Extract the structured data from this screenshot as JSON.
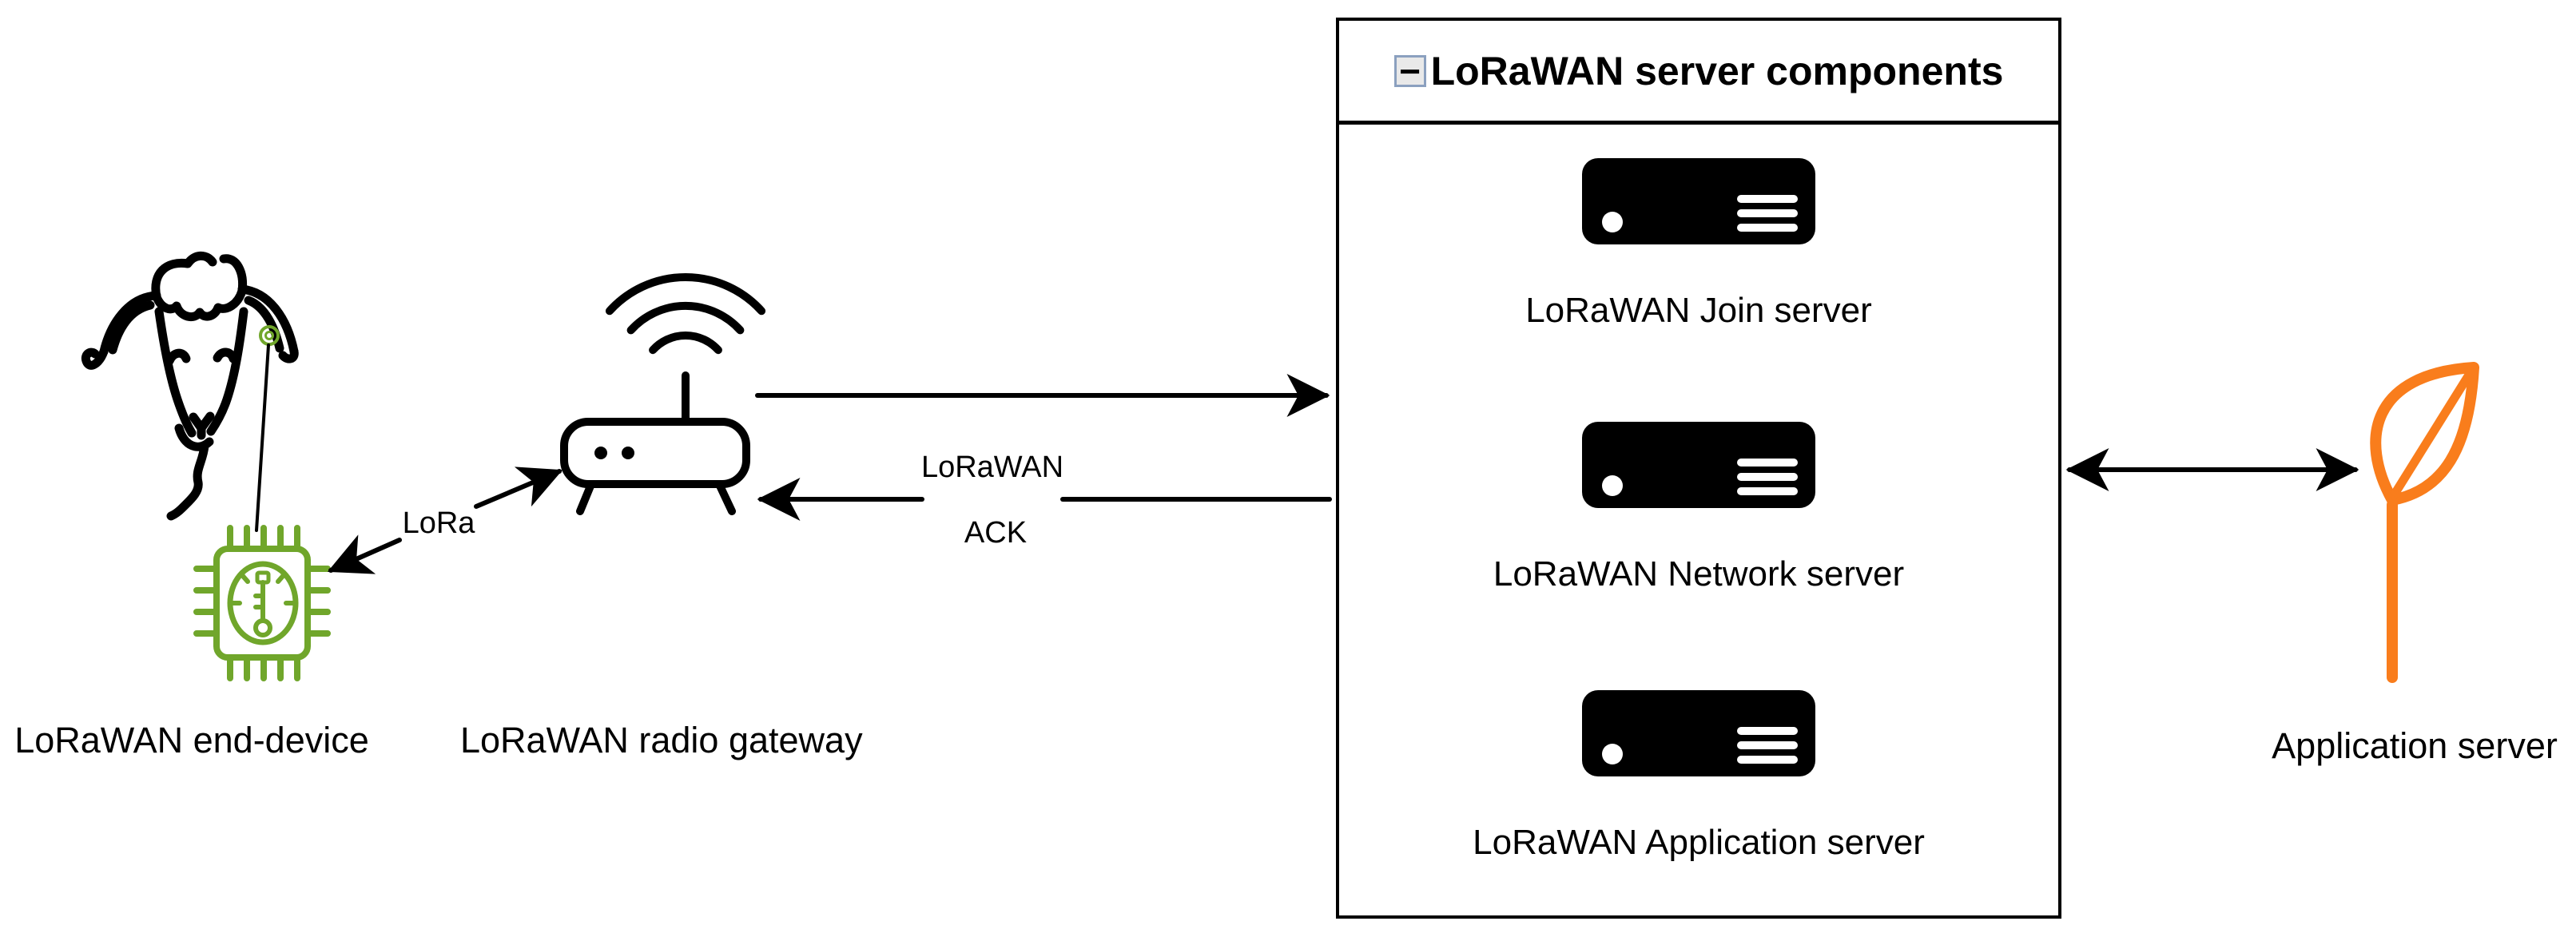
{
  "diagram": {
    "end_device": {
      "label": "LoRaWAN end-device"
    },
    "gateway": {
      "label": "LoRaWAN radio gateway"
    },
    "links": {
      "lora_label": "LoRa",
      "ack_label_line1": "LoRaWAN",
      "ack_label_line2": "ACK"
    },
    "server_box": {
      "collapse_glyph": "−",
      "title": "LoRaWAN server components",
      "servers": [
        {
          "label": "LoRaWAN Join server"
        },
        {
          "label": "LoRaWAN Network server"
        },
        {
          "label": "LoRaWAN Application server"
        }
      ]
    },
    "application_server": {
      "label": "Application server"
    },
    "colors": {
      "chip_green": "#70A62B",
      "leaf_orange": "#F97D1C",
      "collapse_border": "#8BA0BF",
      "collapse_bg": "#E9E9E9"
    }
  }
}
